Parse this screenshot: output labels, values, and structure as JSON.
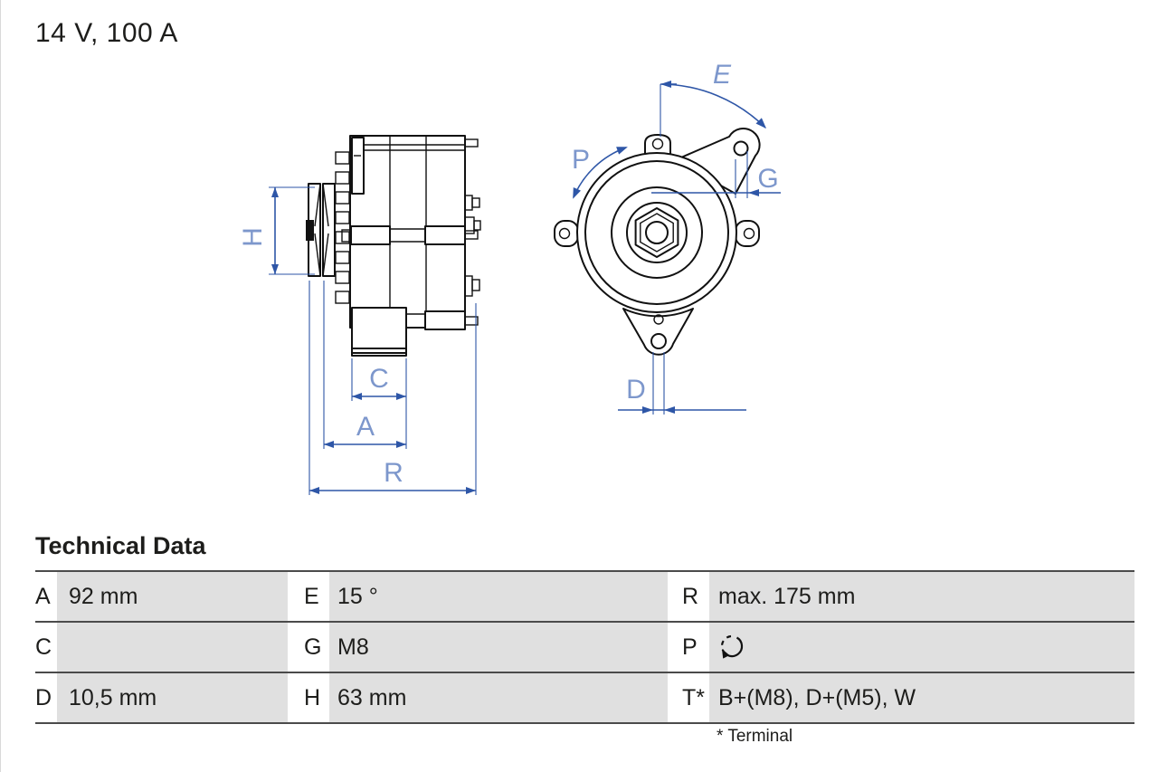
{
  "title": "14 V, 100 A",
  "colors": {
    "drawing_line": "#111111",
    "dimension_line": "#2e56a7",
    "dimension_label": "#7d97cc",
    "table_cell_bg": "#e0e0e0",
    "table_rule": "#4b4b4b",
    "text": "#1d1d1b"
  },
  "drawings": {
    "side_view": {
      "labels": {
        "H": "H",
        "C": "C",
        "A": "A",
        "R": "R"
      }
    },
    "front_view": {
      "labels": {
        "E": "E",
        "P": "P",
        "G": "G",
        "D": "D"
      }
    }
  },
  "table": {
    "heading": "Technical Data",
    "rows": [
      {
        "c1": {
          "letter": "A",
          "value": "92 mm"
        },
        "c2": {
          "letter": "E",
          "value": "15 °"
        },
        "c3": {
          "letter": "R",
          "value": "max. 175 mm"
        }
      },
      {
        "c1": {
          "letter": "C",
          "value": ""
        },
        "c2": {
          "letter": "G",
          "value": "M8"
        },
        "c3": {
          "letter": "P",
          "value": "",
          "icon": "rotation-clockwise-icon"
        }
      },
      {
        "c1": {
          "letter": "D",
          "value": "10,5 mm"
        },
        "c2": {
          "letter": "H",
          "value": "63 mm"
        },
        "c3": {
          "letter": "T*",
          "value": "B+(M8), D+(M5), W"
        }
      }
    ],
    "footnote": "* Terminal"
  }
}
